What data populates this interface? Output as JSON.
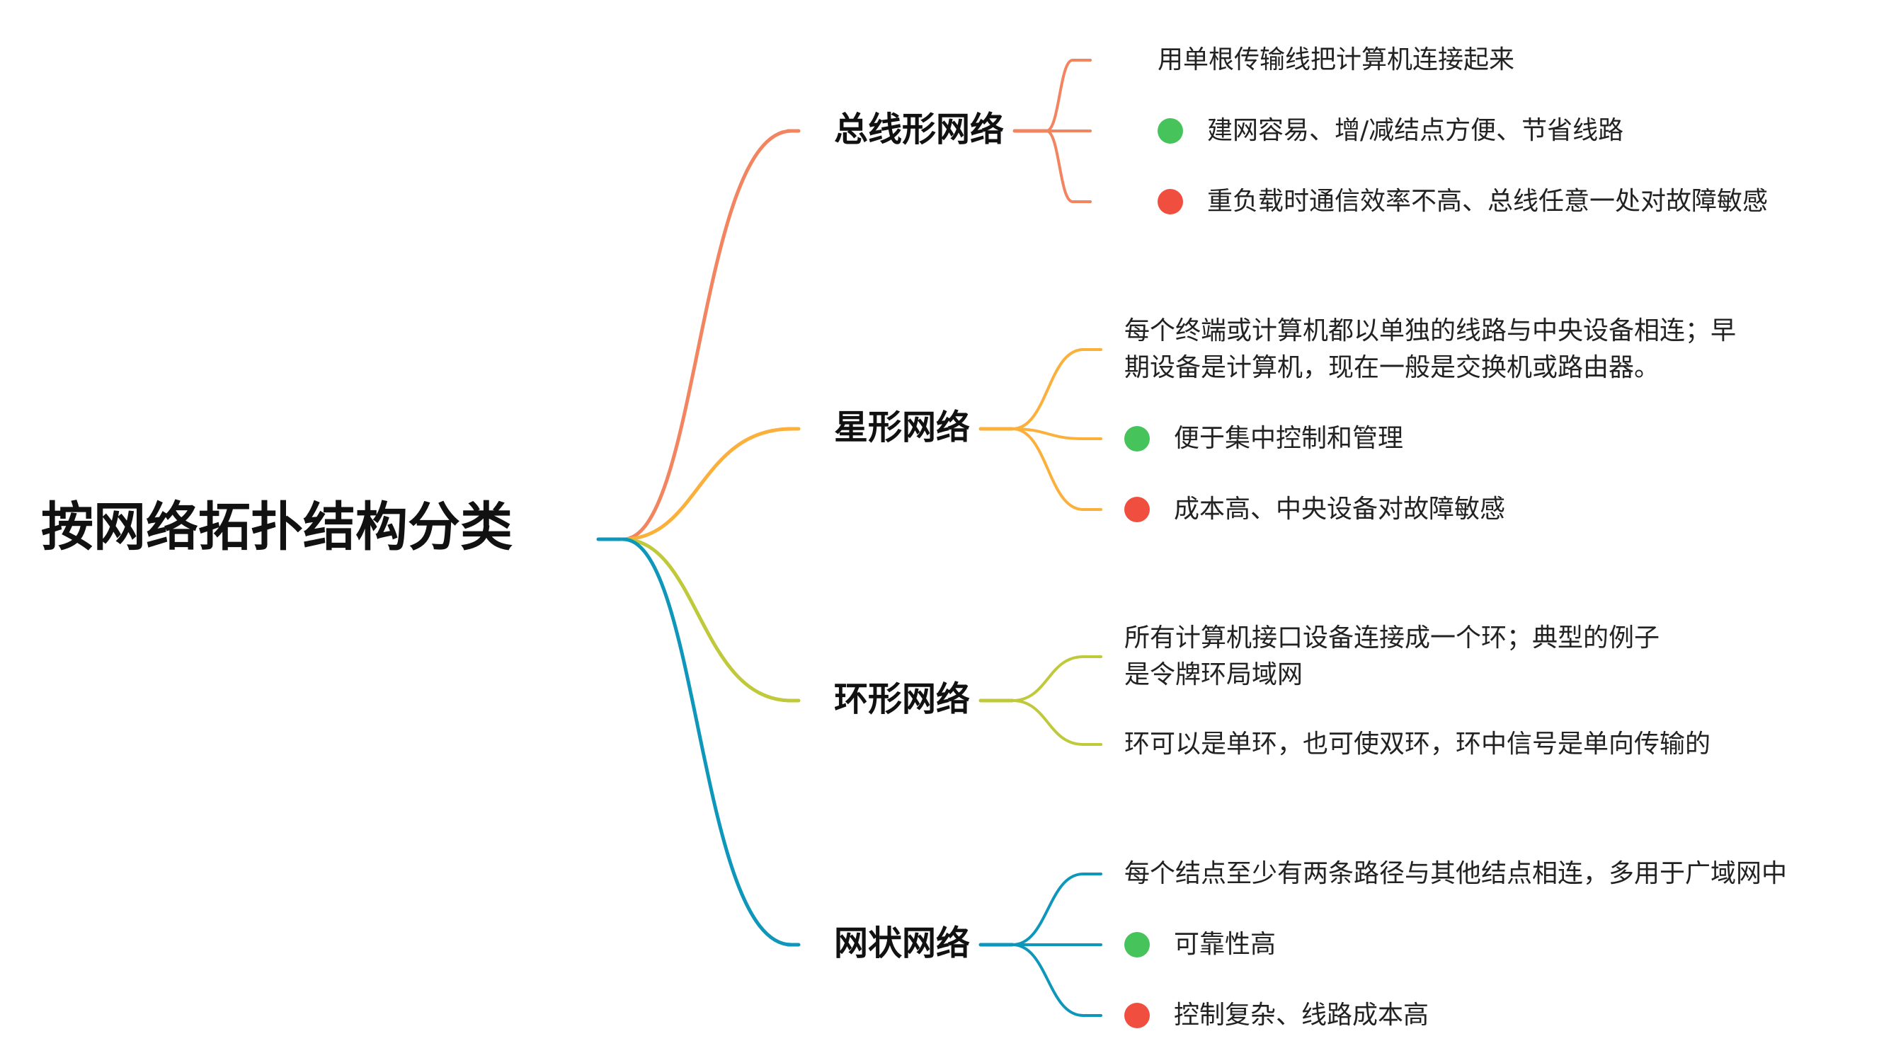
{
  "root": {
    "title": "按网络拓扑结构分类",
    "color": "#0e97ba"
  },
  "branches": [
    {
      "title": "总线形网络",
      "color": "#f28460",
      "leaves": [
        {
          "text": "用单根传输线把计算机连接起来",
          "marker": "none"
        },
        {
          "text": "建网容易、增/减结点方便、节省线路",
          "marker": "green-dot"
        },
        {
          "text": "重负载时通信效率不高、总线任意一处对故障敏感",
          "marker": "red-dot"
        }
      ]
    },
    {
      "title": "星形网络",
      "color": "#fbb03b",
      "leaves": [
        {
          "text": [
            "每个终端或计算机都以单独的线路与中央设备相连；早",
            "期设备是计算机，现在一般是交换机或路由器。"
          ],
          "marker": "none"
        },
        {
          "text": "便于集中控制和管理",
          "marker": "green-dot"
        },
        {
          "text": "成本高、中央设备对故障敏感",
          "marker": "red-dot"
        }
      ]
    },
    {
      "title": "环形网络",
      "color": "#bfc93a",
      "leaves": [
        {
          "text": [
            "所有计算机接口设备连接成一个环；典型的例子",
            "是令牌环局域网"
          ],
          "marker": "none"
        },
        {
          "text": "环可以是单环，也可使双环，环中信号是单向传输的",
          "marker": "none"
        }
      ]
    },
    {
      "title": "网状网络",
      "color": "#0e97ba",
      "leaves": [
        {
          "text": "每个结点至少有两条路径与其他结点相连，多用于广域网中",
          "marker": "none"
        },
        {
          "text": "可靠性高",
          "marker": "green-dot"
        },
        {
          "text": "控制复杂、线路成本高",
          "marker": "red-dot"
        }
      ]
    }
  ]
}
